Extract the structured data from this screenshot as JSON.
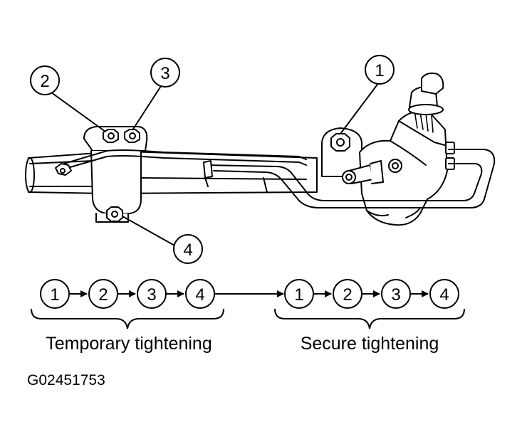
{
  "figure": {
    "callouts": [
      {
        "id": "1",
        "label": "1"
      },
      {
        "id": "2",
        "label": "2"
      },
      {
        "id": "3",
        "label": "3"
      },
      {
        "id": "4",
        "label": "4"
      }
    ],
    "sequence_temporary": [
      "1",
      "2",
      "3",
      "4"
    ],
    "sequence_secure": [
      "1",
      "2",
      "3",
      "4"
    ],
    "temporary_label": "Temporary tightening",
    "secure_label": "Secure tightening",
    "figure_id": "G02451753"
  }
}
